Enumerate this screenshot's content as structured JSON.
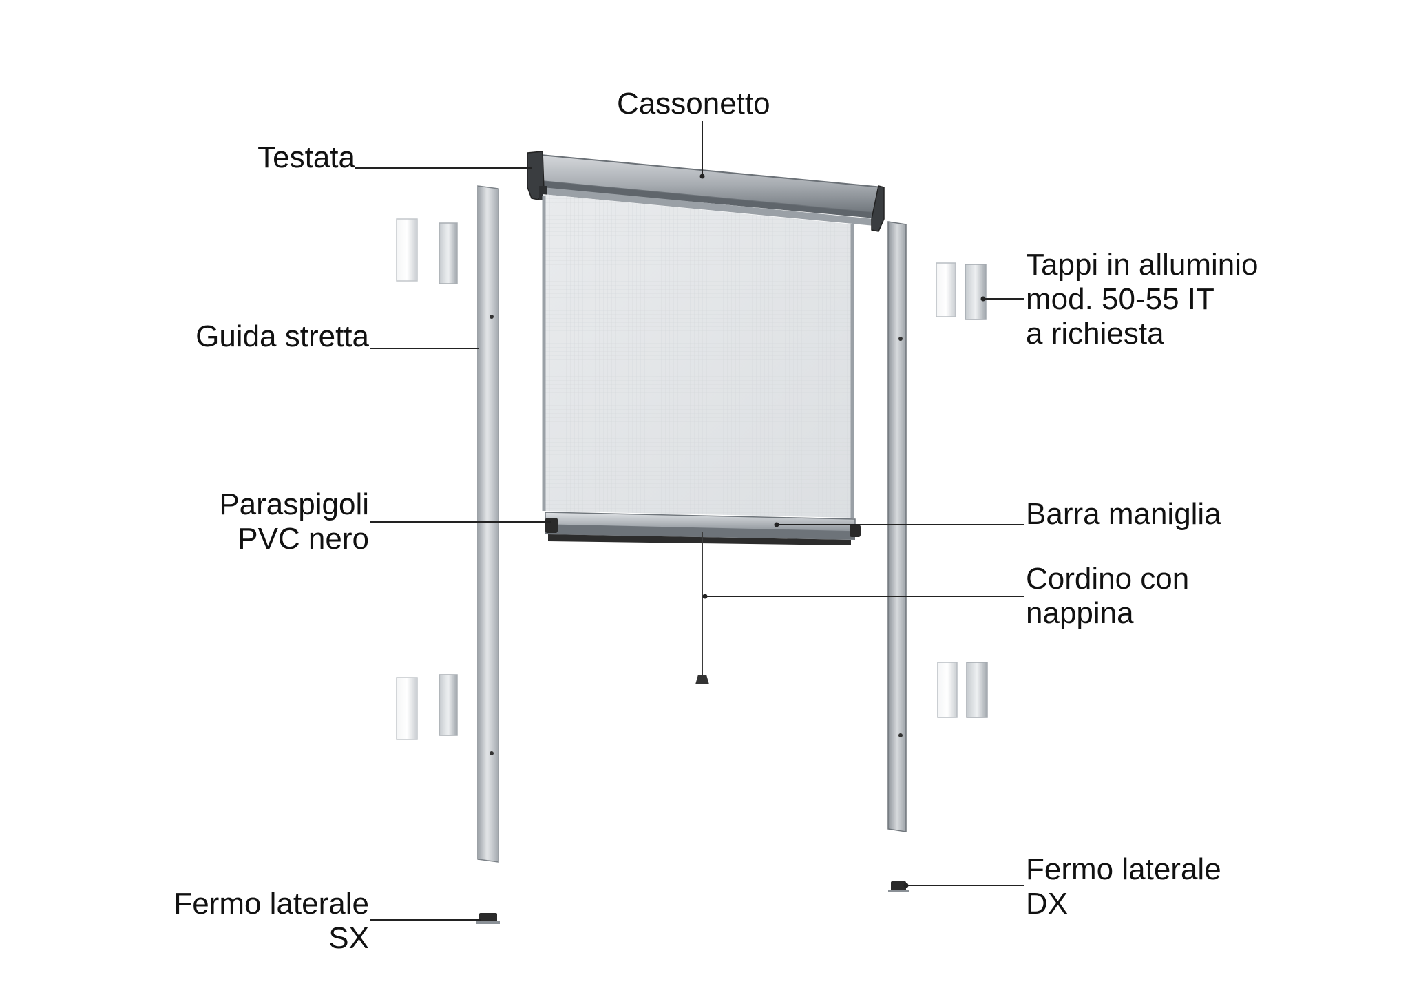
{
  "labels": {
    "cassonetto": "Cassonetto",
    "testata": "Testata",
    "guida_stretta": "Guida stretta",
    "paraspigoli": [
      "Paraspigoli",
      "PVC nero"
    ],
    "fermo_sx": [
      "Fermo laterale",
      "SX"
    ],
    "tappi": [
      "Tappi in alluminio",
      "mod. 50-55 IT",
      "a richiesta"
    ],
    "barra_maniglia": "Barra maniglia",
    "cordino": [
      "Cordino con",
      "nappina"
    ],
    "fermo_dx": [
      "Fermo laterale",
      "DX"
    ]
  },
  "colors": {
    "aluminium": "#b9bec3",
    "aluminium_dark": "#7d8389",
    "mesh": "#e6e8ea",
    "black_parts": "#2a2a2a",
    "leader_line": "#222222",
    "text": "#111111"
  }
}
